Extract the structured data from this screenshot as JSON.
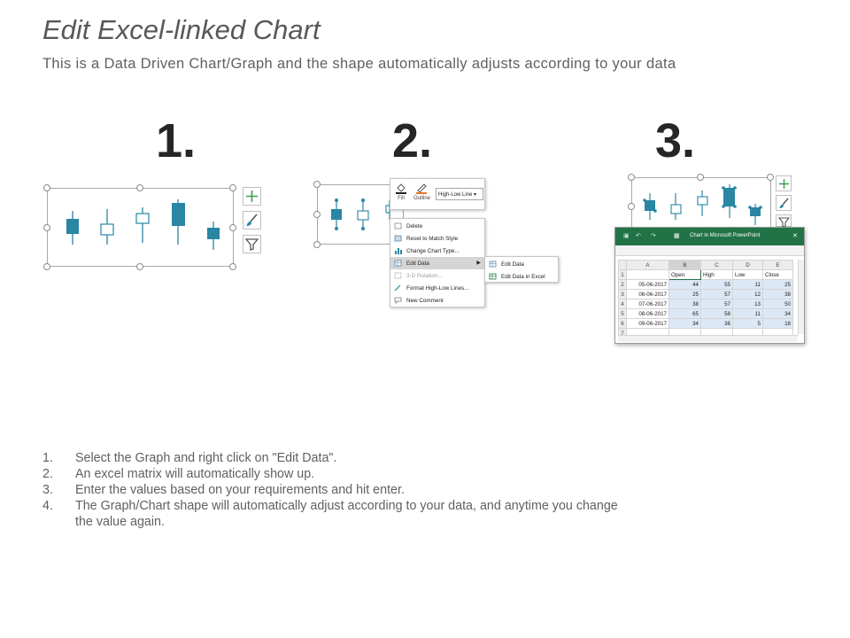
{
  "header": {
    "title": "Edit Excel-linked Chart",
    "subtitle": "This is a Data Driven Chart/Graph and the shape automatically adjusts according to your data"
  },
  "steps": {
    "one": "1.",
    "two": "2.",
    "three": "3."
  },
  "colors": {
    "candle_fill": "#2a86a3",
    "candle_wick": "#2a86a3",
    "excel_green": "#217346",
    "selection_blue": "#dde8f6"
  },
  "chart_panel": {
    "side_buttons": [
      "chart-elements-icon",
      "chart-styles-icon",
      "chart-filters-icon"
    ]
  },
  "mini_toolbar": {
    "fill_label": "Fill",
    "outline_label": "Outline",
    "selected_element": "High-Low Line"
  },
  "context_menu": {
    "items": [
      {
        "label": "Delete",
        "icon": "delete-icon",
        "enabled": true
      },
      {
        "label": "Reset to Match Style",
        "icon": "reset-style-icon",
        "enabled": true
      },
      {
        "label": "Change Chart Type...",
        "icon": "chart-type-icon",
        "enabled": true
      },
      {
        "label": "Edit Data",
        "icon": "edit-data-icon",
        "enabled": true,
        "highlighted": true,
        "has_submenu": true
      },
      {
        "label": "3-D Rotation...",
        "icon": "rotate-3d-icon",
        "enabled": false
      },
      {
        "label": "Format High-Low Lines...",
        "icon": "format-icon",
        "enabled": true
      },
      {
        "label": "New Comment",
        "icon": "comment-icon",
        "enabled": true
      }
    ],
    "submenu": [
      {
        "label": "Edit Data",
        "icon": "table-icon"
      },
      {
        "label": "Edit Data in Excel",
        "icon": "excel-table-icon"
      }
    ]
  },
  "excel": {
    "window_title": "Chart in Microsoft PowerPoint",
    "columns": [
      "A",
      "B",
      "C",
      "D",
      "E"
    ],
    "header_row": [
      "",
      "Open",
      "High",
      "Low",
      "Close"
    ],
    "rows": [
      {
        "num": "1",
        "cells": [
          "",
          "Open",
          "High",
          "Low",
          "Close"
        ]
      },
      {
        "num": "2",
        "cells": [
          "05-06-2017",
          "44",
          "55",
          "11",
          "25"
        ]
      },
      {
        "num": "3",
        "cells": [
          "06-06-2017",
          "25",
          "57",
          "12",
          "38"
        ]
      },
      {
        "num": "4",
        "cells": [
          "07-06-2017",
          "38",
          "57",
          "13",
          "50"
        ]
      },
      {
        "num": "5",
        "cells": [
          "08-06-2017",
          "65",
          "58",
          "11",
          "34"
        ]
      },
      {
        "num": "6",
        "cells": [
          "09-06-2017",
          "34",
          "36",
          "5",
          "18"
        ]
      },
      {
        "num": "7",
        "cells": [
          "",
          "",
          "",
          "",
          ""
        ]
      }
    ]
  },
  "instructions": [
    {
      "num": "1.",
      "text": "Select the Graph and right click on \"Edit Data\"."
    },
    {
      "num": "2.",
      "text": "An excel matrix will automatically show up."
    },
    {
      "num": "3.",
      "text": "Enter the values based on your requirements and hit enter."
    },
    {
      "num": "4.",
      "text": "The Graph/Chart shape will automatically adjust according to your data, and anytime you change the value again."
    }
  ]
}
